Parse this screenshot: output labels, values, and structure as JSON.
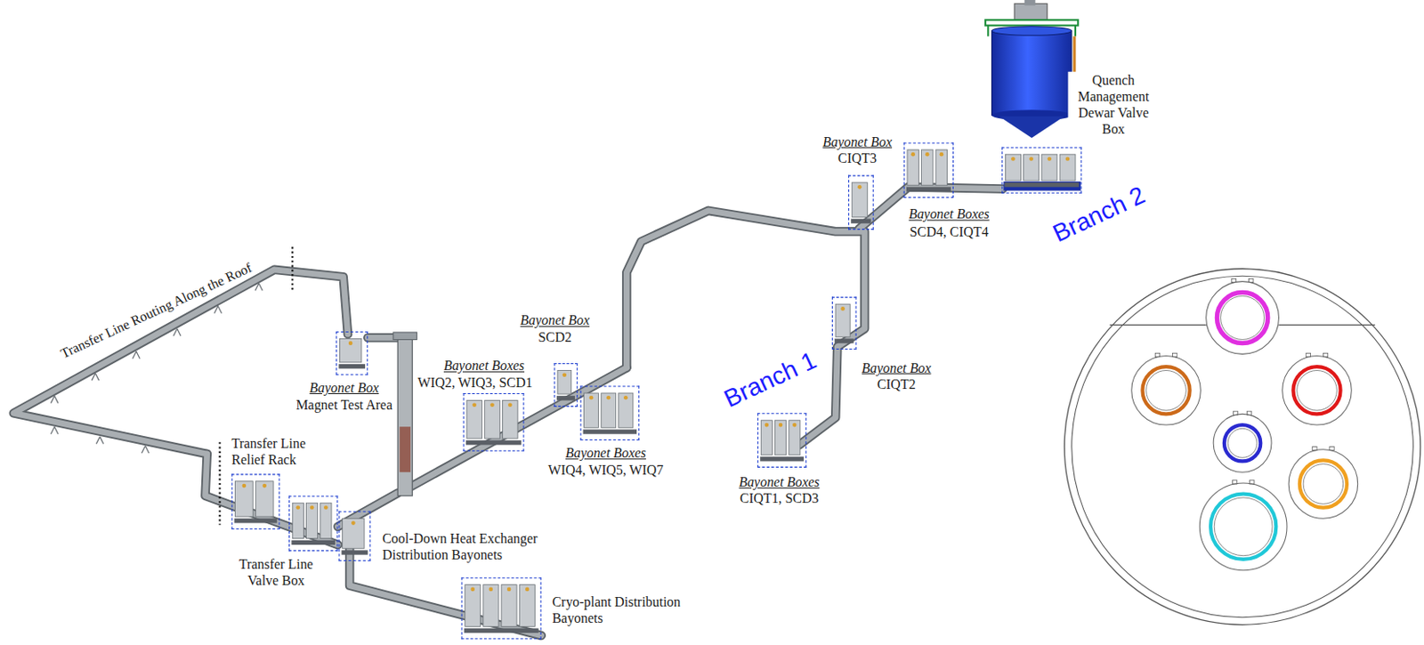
{
  "diagram": {
    "nodes": [
      {
        "text": [
          "Bayonet Box",
          "Magnet Test Area"
        ]
      },
      {
        "text": [
          "Transfer Line Relief Rack"
        ]
      },
      {
        "text": [
          "Transfer Line Valve Box"
        ]
      },
      {
        "text": [
          "Cool-Down Heat Exchanger Distribution Bayonets"
        ]
      },
      {
        "text": [
          "Cryo-plant Distribution Bayonets"
        ]
      },
      {
        "text": [
          "Bayonet Boxes",
          "WIQ2, WIQ3, SCD1"
        ]
      },
      {
        "text": [
          "Bayonet Box",
          "SCD2"
        ]
      },
      {
        "text": [
          "Bayonet Boxes",
          "WIQ4, WIQ5, WIQ7"
        ]
      },
      {
        "text": [
          "Bayonet Boxes",
          "CIQT1, SCD3"
        ]
      },
      {
        "text": [
          "Bayonet Box",
          "CIQT2"
        ]
      },
      {
        "text": [
          "Bayonet Box",
          "CIQT3"
        ]
      },
      {
        "text": [
          "Bayonet Boxes",
          "SCD4, CIQT4"
        ]
      },
      {
        "text": [
          "Quench Management Dewar Valve Box"
        ]
      }
    ],
    "labels": [
      "Transfer Line Routing Along the Roof",
      "Branch 1",
      "Branch 2"
    ]
  }
}
